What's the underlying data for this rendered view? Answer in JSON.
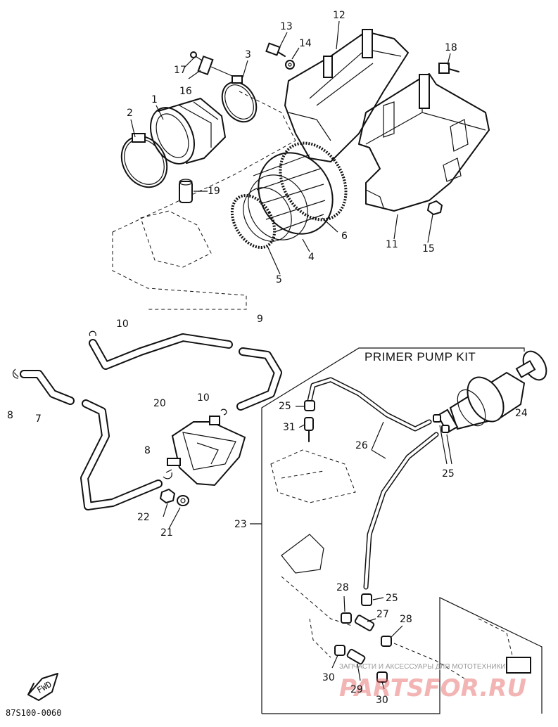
{
  "diagram": {
    "kit_title": "PRIMER PUMP KIT",
    "doc_code": "87S100-0060",
    "fwd_text": "FWD",
    "watermark_line1": "ЗАПЧАСТИ И АКСЕССУАРЫ ДЛЯ МОТОТЕХНИКИ",
    "watermark_line2": "PARTSFOR.RU",
    "labels": [
      {
        "id": "1",
        "text": "1"
      },
      {
        "id": "2",
        "text": "2"
      },
      {
        "id": "3",
        "text": "3"
      },
      {
        "id": "4",
        "text": "4"
      },
      {
        "id": "5",
        "text": "5"
      },
      {
        "id": "6",
        "text": "6"
      },
      {
        "id": "7",
        "text": "7"
      },
      {
        "id": "8a",
        "text": "8"
      },
      {
        "id": "8b",
        "text": "8"
      },
      {
        "id": "9",
        "text": "9"
      },
      {
        "id": "10a",
        "text": "10"
      },
      {
        "id": "10b",
        "text": "10"
      },
      {
        "id": "11",
        "text": "11"
      },
      {
        "id": "12",
        "text": "12"
      },
      {
        "id": "13",
        "text": "13"
      },
      {
        "id": "14",
        "text": "14"
      },
      {
        "id": "15",
        "text": "15"
      },
      {
        "id": "16",
        "text": "16"
      },
      {
        "id": "17",
        "text": "17"
      },
      {
        "id": "18",
        "text": "18"
      },
      {
        "id": "19",
        "text": "19"
      },
      {
        "id": "20",
        "text": "20"
      },
      {
        "id": "21",
        "text": "21"
      },
      {
        "id": "22",
        "text": "22"
      },
      {
        "id": "23",
        "text": "23"
      },
      {
        "id": "24",
        "text": "24"
      },
      {
        "id": "25a",
        "text": "25"
      },
      {
        "id": "25b",
        "text": "25"
      },
      {
        "id": "25c",
        "text": "25"
      },
      {
        "id": "26",
        "text": "26"
      },
      {
        "id": "27",
        "text": "27"
      },
      {
        "id": "28a",
        "text": "28"
      },
      {
        "id": "28b",
        "text": "28"
      },
      {
        "id": "29",
        "text": "29"
      },
      {
        "id": "30a",
        "text": "30"
      },
      {
        "id": "30b",
        "text": "30"
      },
      {
        "id": "31",
        "text": "31"
      }
    ]
  }
}
